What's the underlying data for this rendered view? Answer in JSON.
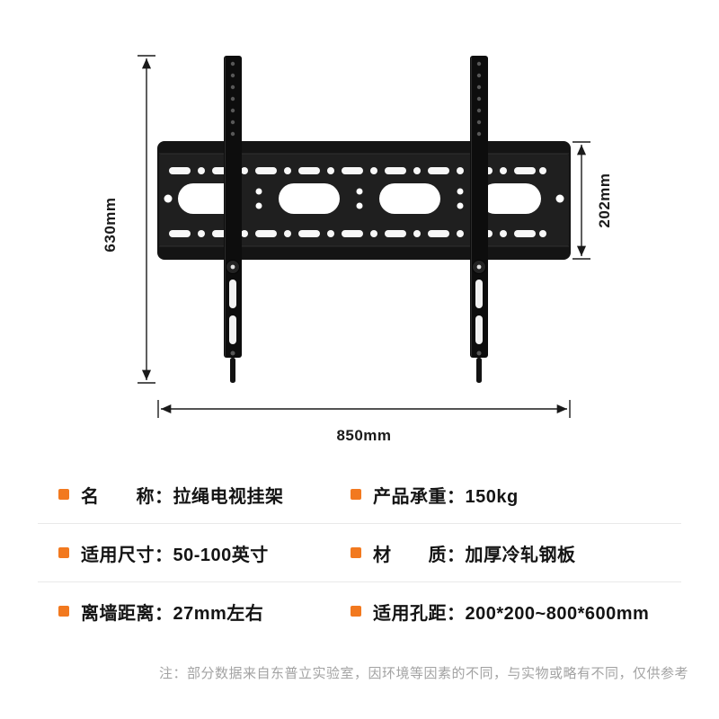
{
  "diagram": {
    "overall_height_label": "630mm",
    "plate_height_label": "202mm",
    "overall_width_label": "850mm",
    "bracket_color": "#141414",
    "dimension_line_color": "#1a1a1a"
  },
  "specs": {
    "accent_color": "#f2791f",
    "rows": [
      {
        "left": "名　　称：拉绳电视挂架",
        "right": "产品承重：150kg"
      },
      {
        "left": "适用尺寸：50-100英寸",
        "right": "材　　质：加厚冷轧钢板"
      },
      {
        "left": "离墙距离：27mm左右",
        "right": "适用孔距：200*200~800*600mm"
      }
    ]
  },
  "footnote": "注：部分数据来自东普立实验室，因环境等因素的不同，与实物或略有不同，仅供参考"
}
